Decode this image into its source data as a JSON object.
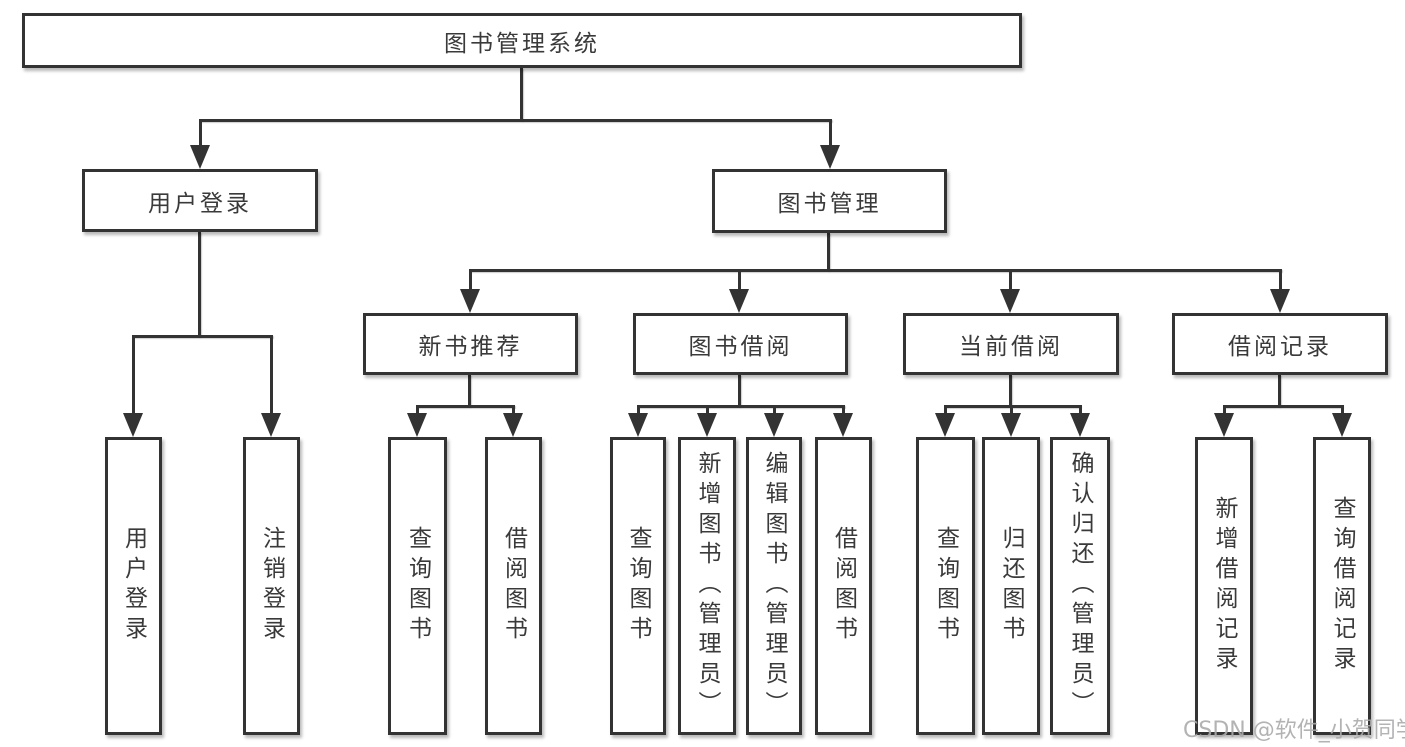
{
  "watermark": "CSDN @软件_小贺同学",
  "colors": {
    "line": "#333333",
    "text": "#3a3a3a",
    "background": "#ffffff",
    "watermark": "#ababab"
  },
  "tree": {
    "root": {
      "label": "图书管理系统",
      "children": [
        {
          "label": "用户登录",
          "children": [
            {
              "label": "用户登录"
            },
            {
              "label": "注销登录"
            }
          ]
        },
        {
          "label": "图书管理",
          "children": [
            {
              "label": "新书推荐",
              "children": [
                {
                  "label": "查询图书"
                },
                {
                  "label": "借阅图书"
                }
              ]
            },
            {
              "label": "图书借阅",
              "children": [
                {
                  "label": "查询图书"
                },
                {
                  "label": "新增图书（管理员）"
                },
                {
                  "label": "编辑图书（管理员）"
                },
                {
                  "label": "借阅图书"
                }
              ]
            },
            {
              "label": "当前借阅",
              "children": [
                {
                  "label": "查询图书"
                },
                {
                  "label": "归还图书"
                },
                {
                  "label": "确认归还（管理员）"
                }
              ]
            },
            {
              "label": "借阅记录",
              "children": [
                {
                  "label": "新增借阅记录"
                },
                {
                  "label": "查询借阅记录"
                }
              ]
            }
          ]
        }
      ]
    }
  }
}
